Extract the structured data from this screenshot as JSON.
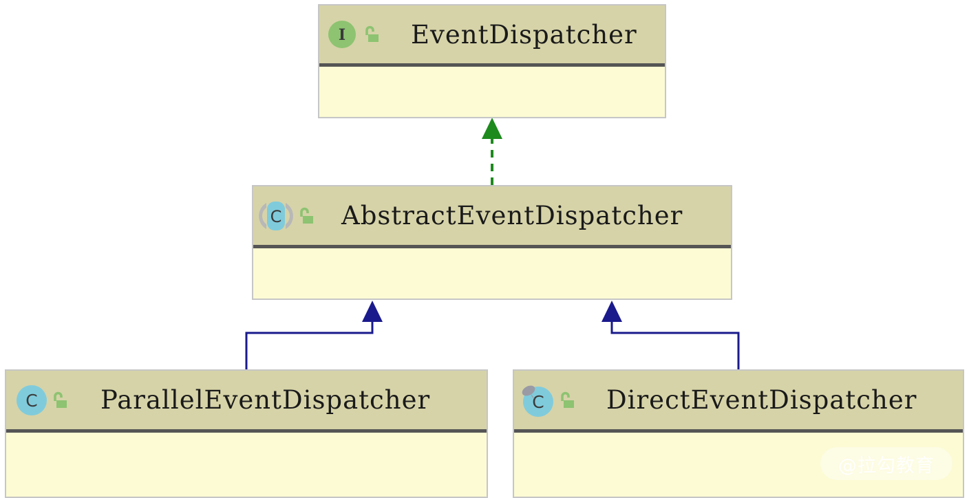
{
  "diagram": {
    "kind": "uml-class-diagram",
    "background_color": "#ffffff",
    "classes": [
      {
        "id": "event-dispatcher",
        "name": "EventDispatcher",
        "stereotype": "interface",
        "stereotype_icon": "interface-circle-i-icon",
        "visibility": "public",
        "visibility_icon": "open-padlock-icon",
        "header_color": "#d6d3a8",
        "body_color": "#fcfbd3",
        "border_color": "#c6c6c6",
        "members": []
      },
      {
        "id": "abstract-event-dispatcher",
        "name": "AbstractEventDispatcher",
        "stereotype": "abstract-class",
        "stereotype_icon": "abstract-class-c-icon",
        "visibility": "public",
        "visibility_icon": "open-padlock-icon",
        "header_color": "#d6d3a8",
        "body_color": "#fcfbd3",
        "border_color": "#c6c6c6",
        "members": []
      },
      {
        "id": "parallel-event-dispatcher",
        "name": "ParallelEventDispatcher",
        "stereotype": "class",
        "stereotype_icon": "class-circle-c-icon",
        "visibility": "public",
        "visibility_icon": "open-padlock-icon",
        "header_color": "#d6d3a8",
        "body_color": "#fcfbd3",
        "border_color": "#c6c6c6",
        "members": []
      },
      {
        "id": "direct-event-dispatcher",
        "name": "DirectEventDispatcher",
        "stereotype": "class",
        "stereotype_icon": "class-circle-c-pin-icon",
        "visibility": "public",
        "visibility_icon": "open-padlock-icon",
        "header_color": "#d6d3a8",
        "body_color": "#fcfbd3",
        "border_color": "#c6c6c6",
        "members": []
      }
    ],
    "relations": [
      {
        "id": "realization-abstract-to-interface",
        "type": "realization",
        "style": "dashed",
        "color": "#1d8a1d",
        "from": "AbstractEventDispatcher",
        "to": "EventDispatcher",
        "arrowhead": "closed-triangle"
      },
      {
        "id": "generalization-parallel-to-abstract",
        "type": "generalization",
        "style": "solid",
        "color": "#1a1a8c",
        "from": "ParallelEventDispatcher",
        "to": "AbstractEventDispatcher",
        "arrowhead": "closed-triangle"
      },
      {
        "id": "generalization-direct-to-abstract",
        "type": "generalization",
        "style": "solid",
        "color": "#1a1a8c",
        "from": "DirectEventDispatcher",
        "to": "AbstractEventDispatcher",
        "arrowhead": "closed-triangle"
      }
    ]
  },
  "watermark": {
    "text": "@拉勾教育"
  }
}
